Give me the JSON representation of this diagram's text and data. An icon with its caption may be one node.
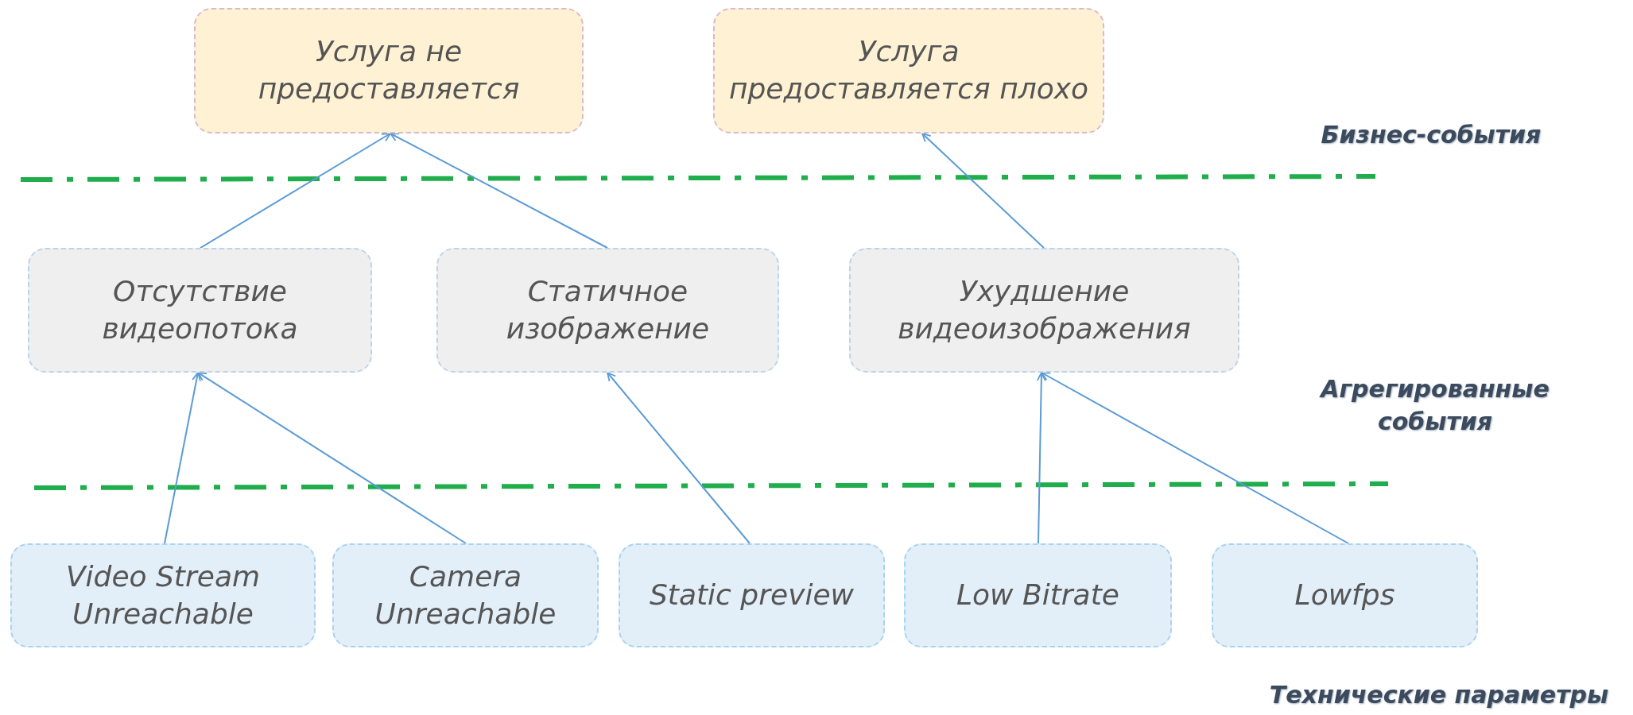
{
  "diagram": {
    "nodes": [
      {
        "text": [
          "Услуга не предоставляется"
        ]
      },
      {
        "text": [
          "Услуга предоставляется плохо"
        ]
      },
      {
        "text": [
          "Отсутствие видеопотока"
        ]
      },
      {
        "text": [
          "Статичное изображение"
        ]
      },
      {
        "text": [
          "Ухудшение видеоизображения"
        ]
      },
      {
        "text": [
          "Video Stream Unreachable"
        ]
      },
      {
        "text": [
          "Camera Unreachable"
        ]
      },
      {
        "text": [
          "Static preview"
        ]
      },
      {
        "text": [
          "Low Bitrate"
        ]
      },
      {
        "text": [
          "Lowfps"
        ]
      }
    ],
    "edges": [
      {
        "from": 2,
        "to": 0,
        "arrow": "to"
      },
      {
        "from": 3,
        "to": 0,
        "arrow": "to"
      },
      {
        "from": 4,
        "to": 1,
        "arrow": "to"
      },
      {
        "from": 5,
        "to": 2,
        "arrow": "to"
      },
      {
        "from": 6,
        "to": 2,
        "arrow": "to"
      },
      {
        "from": 7,
        "to": 3,
        "arrow": "to"
      },
      {
        "from": 8,
        "to": 4,
        "arrow": "to"
      },
      {
        "from": 9,
        "to": 4,
        "arrow": "to"
      }
    ],
    "labels": [
      "Бизнес-события",
      "Агрегированные события",
      "Технические параметры"
    ]
  }
}
